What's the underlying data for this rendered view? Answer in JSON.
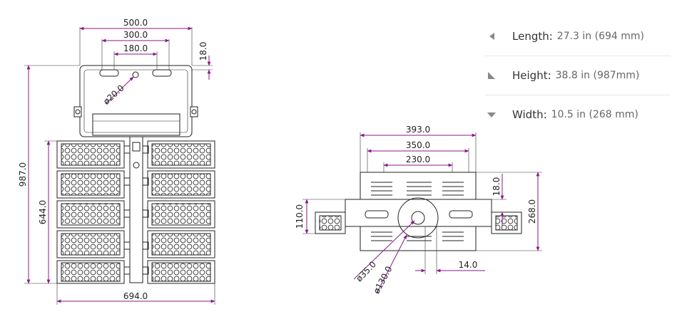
{
  "front_view": {
    "dim_500": "500.0",
    "dim_300": "300.0",
    "dim_180": "180.0",
    "dim_18": "18.0",
    "dim_d20": "ø20.0",
    "dim_987": "987.0",
    "dim_644": "644.0",
    "dim_694": "694.0"
  },
  "side_view": {
    "dim_393": "393.0",
    "dim_350": "350.0",
    "dim_230": "230.0",
    "dim_18": "18.0",
    "dim_268": "268.0",
    "dim_110": "110.0",
    "dim_d35": "ø35.0",
    "dim_d130": "ø130.0",
    "dim_14": "14.0"
  },
  "specs": {
    "length_label": "Length:",
    "length_value": "27.3 in (694 mm)",
    "length_icon": "triangle-left-icon",
    "height_label": "Height:",
    "height_value": "38.8 in (987mm)",
    "height_icon": "triangle-corner-icon",
    "width_label": "Width:",
    "width_value": "10.5 in (268 mm)",
    "width_icon": "triangle-down-icon",
    "icon_color": "#888888",
    "dimension_arrow_color": "#8a1a8a"
  }
}
